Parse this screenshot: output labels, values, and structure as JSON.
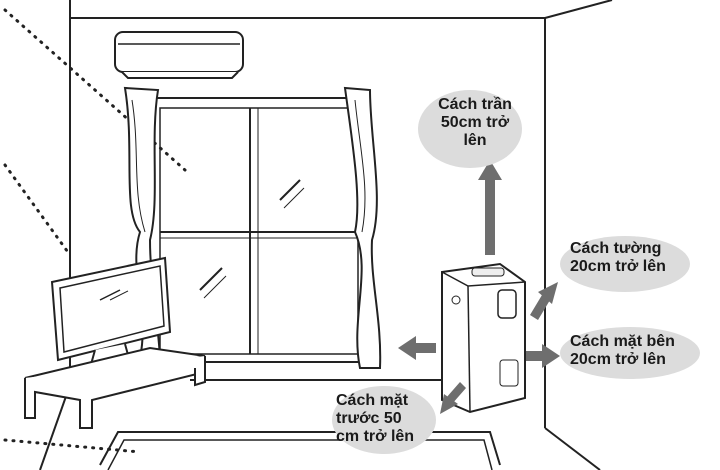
{
  "labels": {
    "ceiling": "Cách trần\n50cm trở\nlên",
    "wall": "Cách tường\n20cm trở lên",
    "side": "Cách mặt bên\n20cm trở lên",
    "front": "Cách mặt\ntrước 50\ncm trở lên"
  },
  "colors": {
    "line": "#222222",
    "arrow": "#6e6e6e",
    "bubble": "#dcdcdc"
  }
}
